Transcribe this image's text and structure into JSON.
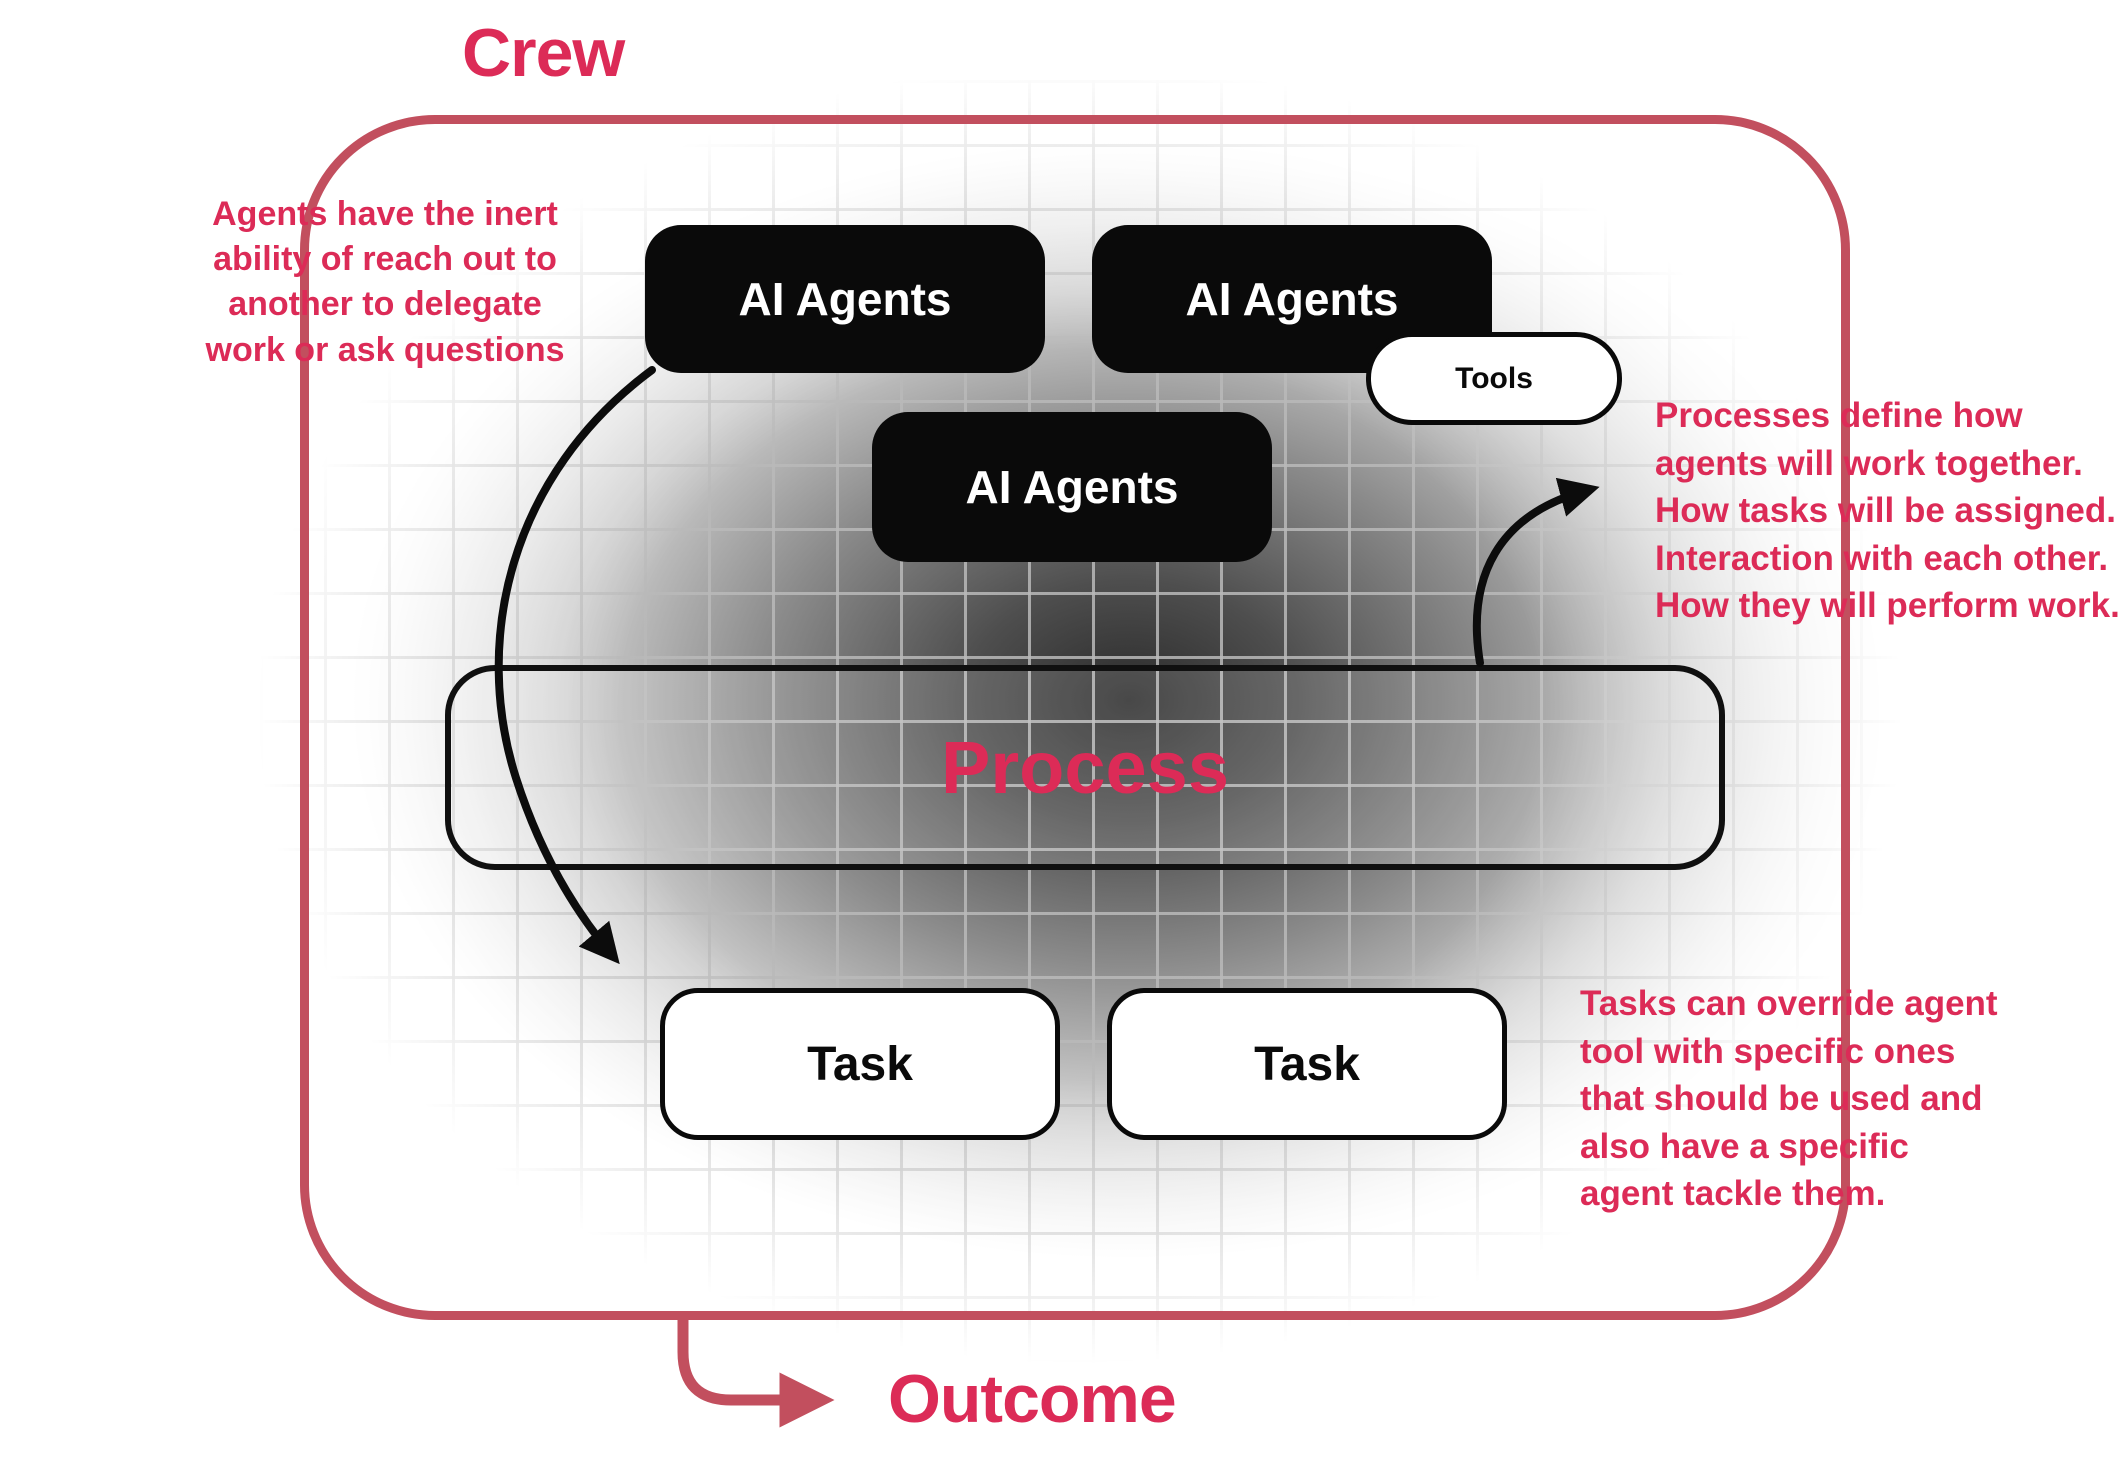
{
  "colors": {
    "accent_text": "#dc2b57",
    "accent_border": "#c24f5e",
    "node_black": "#0a0a0a",
    "node_white": "#ffffff"
  },
  "header": {
    "title": "Crew"
  },
  "nodes": {
    "agent_top_left": {
      "label": "AI Agents"
    },
    "agent_top_right": {
      "label": "AI Agents"
    },
    "agent_middle": {
      "label": "AI Agents"
    },
    "tools": {
      "label": "Tools"
    },
    "process": {
      "label": "Process"
    },
    "task_left": {
      "label": "Task"
    },
    "task_right": {
      "label": "Task"
    }
  },
  "annotations": {
    "left": {
      "lines": [
        "Agents have the inert",
        "ability of reach out to",
        "another to delegate",
        "work or ask questions"
      ]
    },
    "right_top": {
      "lines": [
        "Processes define how",
        "agents will work together.",
        "How tasks will be assigned.",
        "Interaction with each other.",
        "How they will perform work."
      ]
    },
    "right_bottom": {
      "lines": [
        "Tasks can override agent",
        "tool with specific ones",
        "that should be used and",
        "also have a specific",
        "agent tackle them."
      ]
    }
  },
  "footer": {
    "outcome_label": "Outcome"
  }
}
